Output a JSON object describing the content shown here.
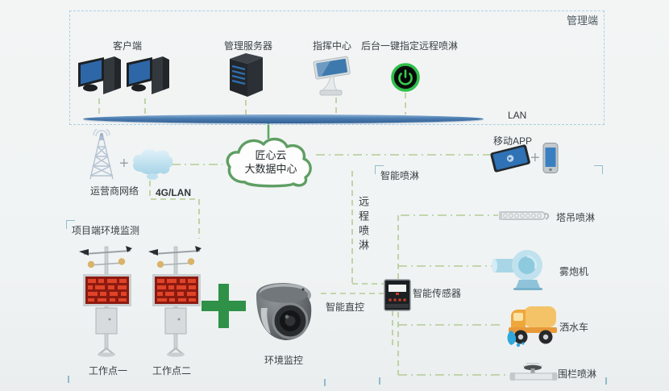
{
  "management": {
    "zone_label": "管理端",
    "lan_label": "LAN",
    "client": {
      "label": "客户端"
    },
    "server": {
      "label": "管理服务器"
    },
    "command_center": {
      "label": "指挥中心"
    },
    "one_key_spray": {
      "label": "后台一键指定远程喷淋"
    }
  },
  "cloud_center": {
    "line1": "匠心云",
    "line2": "大数据中心"
  },
  "carrier": {
    "label": "运营商网络",
    "plus": "+",
    "link_label": "4G/LAN"
  },
  "mobile_app": {
    "label": "移动APP",
    "plus": "+"
  },
  "smart_spray_zone": {
    "label": "智能喷淋"
  },
  "remote_spray": {
    "label": "远程喷淋"
  },
  "project_zone": {
    "label": "项目端环境监测"
  },
  "stations": [
    {
      "label": "工作点一"
    },
    {
      "label": "工作点二"
    }
  ],
  "env_monitor": {
    "label": "环境监控"
  },
  "direct_control": {
    "label": "智能直控"
  },
  "smart_sensor": {
    "label": "智能传感器"
  },
  "spray_devices": [
    {
      "label": "塔吊喷淋"
    },
    {
      "label": "雾炮机"
    },
    {
      "label": "洒水车"
    },
    {
      "label": "围栏喷淋"
    }
  ],
  "colors": {
    "green_dash_line": "#b3cc95",
    "green_solid": "#5fa763",
    "blue_dash_border": "#a9cfe2",
    "bus_blue": "#4a7cb0",
    "accent_green": "#2e9147",
    "led_red": "#8c1a10",
    "label_text": "#3a4145"
  }
}
